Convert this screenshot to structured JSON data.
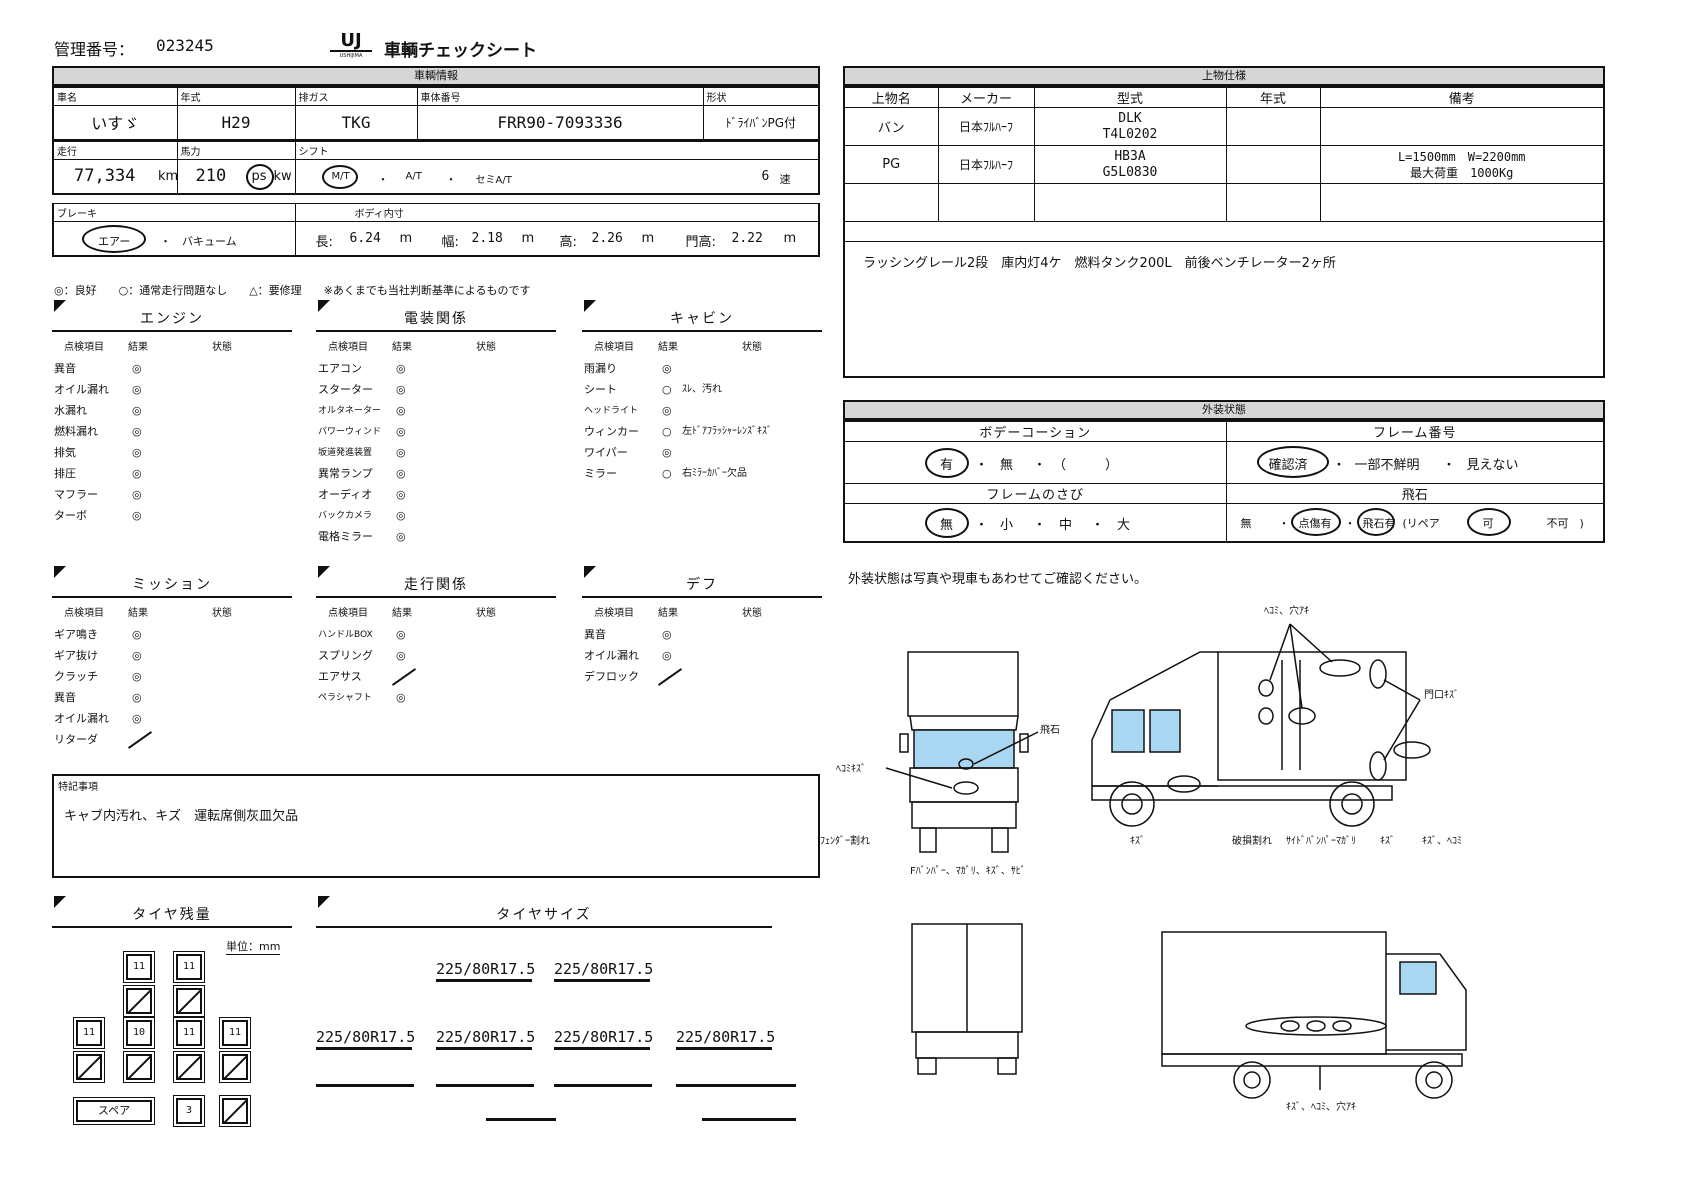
{
  "header": {
    "mgmt_label": "管理番号：",
    "mgmt_no": "023245",
    "logo_text": "UJ",
    "logo_sub": "USHIJIMA",
    "title": "車輌チェックシート"
  },
  "vehicle": {
    "section": "車輌情報",
    "labels": {
      "name": "車名",
      "year": "年式",
      "gas": "排ガス",
      "body_no": "車体番号",
      "shape": "形状",
      "mileage": "走行",
      "hp": "馬力",
      "shift": "シフト",
      "brake": "ブレーキ",
      "body_inner": "ボディ内寸"
    },
    "name": "いすゞ",
    "year": "H29",
    "gas": "TKG",
    "body_no": "FRR90-7093336",
    "shape": "ﾄﾞﾗｲﾊﾞﾝPG付",
    "mileage": "77,334",
    "km": "km",
    "hp": "210",
    "ps": "ps",
    "kw": "kw",
    "shift_mt": "M/T",
    "shift_at": "A/T",
    "shift_semi": "セミA/T",
    "dot": "・",
    "speeds": "6",
    "speed_unit": "速",
    "brake_air": "エアー",
    "brake_vac": "バキューム",
    "len_l": "長:",
    "len": "6.24",
    "wid_l": "幅:",
    "wid": "2.18",
    "hgt_l": "高:",
    "hgt": "2.26",
    "door_l": "門高:",
    "door": "2.22",
    "m": "m"
  },
  "upper": {
    "section": "上物仕様",
    "cols": [
      "上物名",
      "メーカー",
      "型式",
      "年式",
      "備考"
    ],
    "rows": [
      {
        "name": "バン",
        "maker": "日本ﾌﾙﾊｰﾌ",
        "model1": "DLK",
        "model2": "T4L0202",
        "year": "",
        "note1": "",
        "note2": ""
      },
      {
        "name": "PG",
        "maker": "日本ﾌﾙﾊｰﾌ",
        "model1": "HB3A",
        "model2": "G5L0830",
        "year": "",
        "note1": "L=1500mm　W=2200mm",
        "note2": "最大荷重　1000Kg"
      }
    ],
    "notes": "ラッシングレール2段　庫内灯4ケ　燃料タンク200L　前後ベンチレーター2ヶ所"
  },
  "exterior": {
    "section": "外装状態",
    "body_coat": "ボデーコーション",
    "frame_no": "フレーム番号",
    "bc_yes": "有",
    "bc_no": "無",
    "bc_paren": "（　　　）",
    "fr_ok": "確認済",
    "fr_part": "一部不鮮明",
    "fr_none": "見えない",
    "rust": "フレームのさび",
    "stone": "飛石",
    "r_none": "無",
    "r_small": "小",
    "r_mid": "中",
    "r_large": "大",
    "s_none": "無",
    "s_point": "点傷有",
    "s_stone": "飛石有",
    "s_repair": "(リペア",
    "s_ok": "可",
    "s_ng": "不可　)",
    "note": "外装状態は写真や現車もあわせてご確認ください。"
  },
  "legend": "◎：良好　　○：通常走行問題なし　　△：要修理　　※あくまでも当社判断基準によるものです",
  "col_headers": {
    "item": "点検項目",
    "result": "結果",
    "state": "状態"
  },
  "engine": {
    "title": "エンジン",
    "items": [
      {
        "n": "異音",
        "r": "◎",
        "s": ""
      },
      {
        "n": "オイル漏れ",
        "r": "◎",
        "s": ""
      },
      {
        "n": "水漏れ",
        "r": "◎",
        "s": ""
      },
      {
        "n": "燃料漏れ",
        "r": "◎",
        "s": ""
      },
      {
        "n": "排気",
        "r": "◎",
        "s": ""
      },
      {
        "n": "排圧",
        "r": "◎",
        "s": ""
      },
      {
        "n": "マフラー",
        "r": "◎",
        "s": ""
      },
      {
        "n": "ターボ",
        "r": "◎",
        "s": ""
      }
    ]
  },
  "electric": {
    "title": "電装関係",
    "items": [
      {
        "n": "エアコン",
        "r": "◎",
        "s": ""
      },
      {
        "n": "スターター",
        "r": "◎",
        "s": ""
      },
      {
        "n": "オルタネーター",
        "r": "◎",
        "s": ""
      },
      {
        "n": "パワーウィンド",
        "r": "◎",
        "s": ""
      },
      {
        "n": "坂道発進装置",
        "r": "◎",
        "s": ""
      },
      {
        "n": "異常ランプ",
        "r": "◎",
        "s": ""
      },
      {
        "n": "オーディオ",
        "r": "◎",
        "s": ""
      },
      {
        "n": "バックカメラ",
        "r": "◎",
        "s": ""
      },
      {
        "n": "電格ミラー",
        "r": "◎",
        "s": ""
      }
    ]
  },
  "cabin": {
    "title": "キャビン",
    "items": [
      {
        "n": "雨漏り",
        "r": "◎",
        "s": ""
      },
      {
        "n": "シート",
        "r": "○",
        "s": "ｽﾚ、汚れ"
      },
      {
        "n": "ヘッドライト",
        "r": "◎",
        "s": ""
      },
      {
        "n": "ウィンカー",
        "r": "○",
        "s": "左ﾄﾞｱﾌﾗｯｼｬｰﾚﾝｽﾞｷｽﾞ"
      },
      {
        "n": "ワイパー",
        "r": "◎",
        "s": ""
      },
      {
        "n": "ミラー",
        "r": "○",
        "s": "右ﾐﾗｰｶﾊﾞｰ欠品"
      }
    ]
  },
  "mission": {
    "title": "ミッション",
    "items": [
      {
        "n": "ギア鳴き",
        "r": "◎",
        "s": ""
      },
      {
        "n": "ギア抜け",
        "r": "◎",
        "s": ""
      },
      {
        "n": "クラッチ",
        "r": "◎",
        "s": ""
      },
      {
        "n": "異音",
        "r": "◎",
        "s": ""
      },
      {
        "n": "オイル漏れ",
        "r": "◎",
        "s": ""
      },
      {
        "n": "リターダ",
        "r": "",
        "s": ""
      }
    ]
  },
  "drive": {
    "title": "走行関係",
    "items": [
      {
        "n": "ハンドルBOX",
        "r": "◎",
        "s": ""
      },
      {
        "n": "スプリング",
        "r": "◎",
        "s": ""
      },
      {
        "n": "エアサス",
        "r": "",
        "s": ""
      },
      {
        "n": "ペラシャフト",
        "r": "◎",
        "s": ""
      }
    ]
  },
  "diff": {
    "title": "デフ",
    "items": [
      {
        "n": "異音",
        "r": "◎",
        "s": ""
      },
      {
        "n": "オイル漏れ",
        "r": "◎",
        "s": ""
      },
      {
        "n": "デフロック",
        "r": "",
        "s": ""
      }
    ]
  },
  "remarks": {
    "title": "特記事項",
    "text": "キャブ内汚れ、キズ　運転席側灰皿欠品"
  },
  "tire_remain": {
    "title": "タイヤ残量",
    "unit": "単位：mm",
    "front": [
      "11",
      "11"
    ],
    "rear_out_l": "11",
    "rear_in_l": "10",
    "rear_in_r": "11",
    "rear_out_r": "11",
    "spare_label": "スペア",
    "spare": "3"
  },
  "tire_size": {
    "title": "タイヤサイズ",
    "front": [
      "225/80R17.5",
      "225/80R17.5"
    ],
    "rear": [
      "225/80R17.5",
      "225/80R17.5",
      "225/80R17.5",
      "225/80R17.5"
    ]
  },
  "diagram": {
    "dent_hole": "ﾍｺﾐ、穴ｱｷ",
    "stone_chip": "飛石",
    "dent_scratch": "ﾍｺﾐｷｽﾞ",
    "door_scratch": "門口ｷｽﾞ",
    "fbumper": "Fﾊﾞﾝﾊﾟｰ、ﾏｶﾞﾘ、ｷｽﾞ、ｻﾋﾞ",
    "scratch": "ｷｽﾞ",
    "fender": "ﾌｪﾝﾀﾞｰ割れ",
    "damage": "破損割れ",
    "side_bumper": "ｻｲﾄﾞﾊﾞﾝﾊﾟｰﾏｶﾞﾘ",
    "scratch2": "ｷｽﾞ",
    "scratch_dent": "ｷｽﾞ、ﾍｺﾐ",
    "left_side": "ｷｽﾞ、ﾍｺﾐ、穴ｱｷ"
  }
}
